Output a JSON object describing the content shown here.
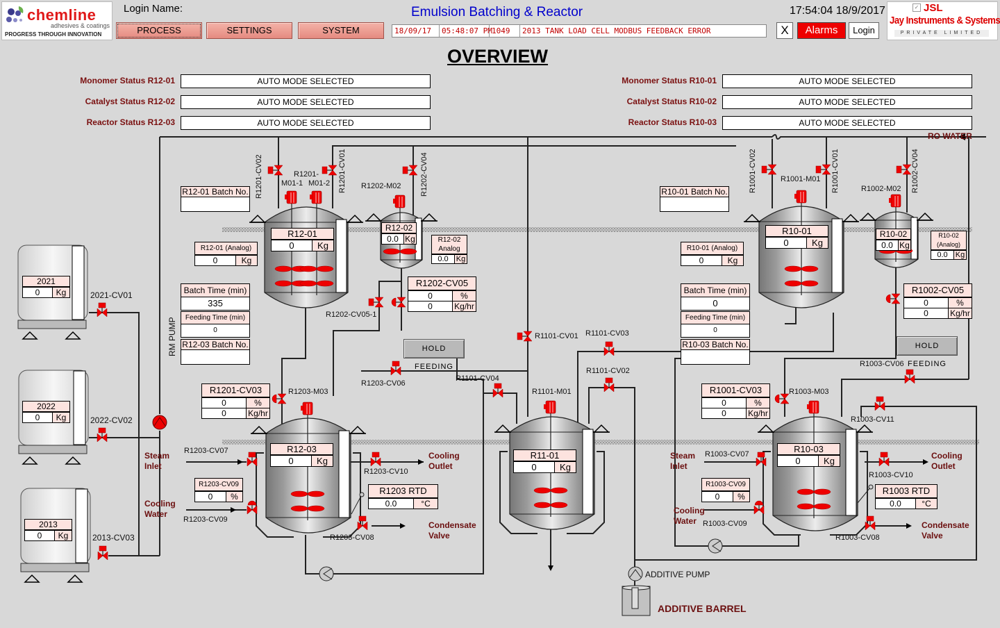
{
  "header": {
    "brand": {
      "name": "chemline",
      "sub": "adhesives & coatings",
      "tagline": "PROGRESS THROUGH INNOVATION"
    },
    "login_label": "Login Name:",
    "nav": [
      {
        "label": "PROCESS",
        "active": true
      },
      {
        "label": "SETTINGS"
      },
      {
        "label": "SYSTEM"
      }
    ],
    "app_title": "Emulsion Batching & Reactor",
    "clock": "17:54:04 18/9/2017",
    "alarm": {
      "date": "18/09/17",
      "time": "05:48:07 PM",
      "code": "1049",
      "message": "2013 TANK LOAD CELL MODBUS FEEDBACK ERROR"
    },
    "close_label": "X",
    "alarms_label": "Alarms",
    "login_button": "Login",
    "partner": {
      "short": "JSL",
      "name": "Jay Instruments & Systems",
      "sub": "PRIVATE LIMITED"
    }
  },
  "page_title": "OVERVIEW",
  "status_left": [
    {
      "label": "Monomer Status R12-01",
      "value": "AUTO MODE SELECTED"
    },
    {
      "label": "Catalyst Status R12-02",
      "value": "AUTO MODE SELECTED"
    },
    {
      "label": "Reactor Status R12-03",
      "value": "AUTO MODE SELECTED"
    }
  ],
  "status_right": [
    {
      "label": "Monomer Status R10-01",
      "value": "AUTO MODE SELECTED"
    },
    {
      "label": "Catalyst Status R10-02",
      "value": "AUTO MODE SELECTED"
    },
    {
      "label": "Reactor Status R10-03",
      "value": "AUTO MODE SELECTED"
    }
  ],
  "raw_tanks": [
    {
      "name": "2021",
      "value": "0",
      "unit": "Kg",
      "valve": "2021-CV01"
    },
    {
      "name": "2022",
      "value": "0",
      "unit": "Kg",
      "valve": "2022-CV02"
    },
    {
      "name": "2013",
      "value": "0",
      "unit": "Kg",
      "valve": "2013-CV03"
    }
  ],
  "vessels": {
    "r1201": {
      "name": "R12-01",
      "value": "0",
      "unit": "Kg"
    },
    "r1202": {
      "name": "R12-02",
      "value": "0.0",
      "unit": "Kg"
    },
    "r1203": {
      "name": "R12-03",
      "value": "0",
      "unit": "Kg"
    },
    "r1001": {
      "name": "R10-01",
      "value": "0",
      "unit": "Kg"
    },
    "r1002": {
      "name": "R10-02",
      "value": "0.0",
      "unit": "Kg"
    },
    "r1003": {
      "name": "R10-03",
      "value": "0",
      "unit": "Kg"
    },
    "r1101": {
      "name": "R11-01",
      "value": "0",
      "unit": "Kg"
    }
  },
  "panels": {
    "r1201_batch": {
      "title": "R12-01 Batch No.",
      "value": ""
    },
    "r1203_batch": {
      "title": "R12-03 Batch No.",
      "value": ""
    },
    "r1001_batch": {
      "title": "R10-01 Batch No.",
      "value": ""
    },
    "r1003_batch": {
      "title": "R10-03 Batch No.",
      "value": ""
    },
    "r1201_analog": {
      "title": "R12-01 (Analog)",
      "value": "0",
      "unit": "Kg"
    },
    "r1202_analog": {
      "title": "R12-02 Analog",
      "value": "0.0",
      "unit": "Kg"
    },
    "r1001_analog": {
      "title": "R10-01 (Analog)",
      "value": "0",
      "unit": "Kg"
    },
    "r1002_analog": {
      "title": "R10-02 (Analog)",
      "value": "0.0",
      "unit": "Kg"
    },
    "batch_time_l": {
      "title": "Batch Time (min)",
      "value": "335"
    },
    "feed_time_l": {
      "title": "Feeding Time (min)",
      "value": "0"
    },
    "batch_time_r": {
      "title": "Batch Time (min)",
      "value": "0"
    },
    "feed_time_r": {
      "title": "Feeding Time (min)",
      "value": "0"
    },
    "r1202_cv05": {
      "title": "R1202-CV05",
      "pct": "0",
      "pct_unit": "%",
      "flow": "0",
      "flow_unit": "Kg/hr"
    },
    "r1002_cv05": {
      "title": "R1002-CV05",
      "pct": "0",
      "pct_unit": "%",
      "flow": "0",
      "flow_unit": "Kg/hr"
    },
    "r1201_cv03": {
      "title": "R1201-CV03",
      "pct": "0",
      "pct_unit": "%",
      "flow": "0",
      "flow_unit": "Kg/hr"
    },
    "r1001_cv03": {
      "title": "R1001-CV03",
      "pct": "0",
      "pct_unit": "%",
      "flow": "0",
      "flow_unit": "Kg/hr"
    },
    "r1203_cv09": {
      "title": "R1203-CV09",
      "value": "0",
      "unit": "%"
    },
    "r1003_cv09": {
      "title": "R1003-CV09",
      "value": "0",
      "unit": "%"
    },
    "r1203_rtd": {
      "title": "R1203 RTD",
      "value": "0.0",
      "unit": "°C"
    },
    "r1003_rtd": {
      "title": "R1003 RTD",
      "value": "0.0",
      "unit": "°C"
    }
  },
  "buttons": {
    "hold_feeding": "HOLD FEEDING"
  },
  "tags": {
    "r1201_cv02": "R1201-CV02",
    "r1201_cv01": "R1201-CV01",
    "r1201_m01": "R1201-",
    "r1201_m01_1": "M01-1",
    "r1201_m01_2": "M01-2",
    "r1202_m02": "R1202-M02",
    "r1202_cv04": "R1202-CV04",
    "r1202_cv05_1": "R1202-CV05-1",
    "r1203_m03": "R1203-M03",
    "r1203_cv06": "R1203-CV06",
    "r1203_cv07": "R1203-CV07",
    "r1203_cv09": "R1203-CV09",
    "r1203_cv10": "R1203-CV10",
    "r1203_cv08": "R1203-CV08",
    "r1101_cv01": "R1101-CV01",
    "r1101_cv03": "R1101-CV03",
    "r1101_cv02": "R1101-CV02",
    "r1101_cv04": "R1101-CV04",
    "r1101_m01": "R1101-M01",
    "r1001_cv02": "R1001-CV02",
    "r1001_cv01": "R1001-CV01",
    "r1001_m01": "R1001-M01",
    "r1002_m02": "R1002-M02",
    "r1002_cv04": "R1002-CV04",
    "r1003_m03": "R1003-M03",
    "r1003_cv06": "R1003-CV06",
    "r1003_cv11": "R1003-CV11",
    "r1003_cv07": "R1003-CV07",
    "r1003_cv09": "R1003-CV09",
    "r1003_cv10": "R1003-CV10",
    "r1003_cv08": "R1003-CV08",
    "rm_pump": "RM PUMP",
    "additive_pump": "ADDITIVE PUMP"
  },
  "labels": {
    "ro_water": "RO WATER",
    "steam_inlet": [
      "Steam",
      "Inlet"
    ],
    "cooling_water": [
      "Cooling",
      "Water"
    ],
    "cooling_outlet": [
      "Cooling",
      "Outlet"
    ],
    "condensate_valve": [
      "Condensate",
      "Valve"
    ],
    "additive_barrel": "ADDITIVE BARREL"
  },
  "colors": {
    "valve": "#ee0000",
    "accent_title": "#0000cc",
    "label_dark_red": "#6b0f0f",
    "panel_header": "#fde3df",
    "background": "#d8d8d8"
  }
}
